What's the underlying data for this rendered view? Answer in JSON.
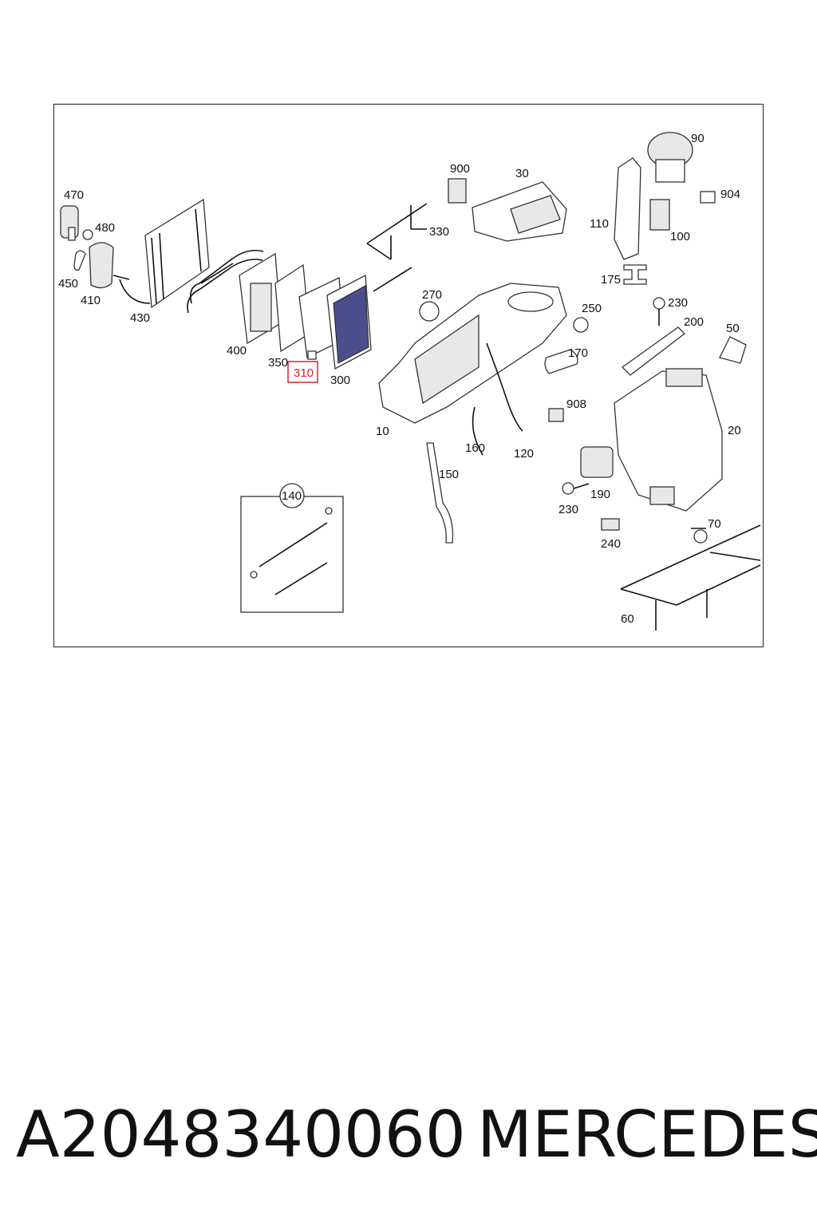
{
  "diagram": {
    "labels": {
      "p470": "470",
      "p480": "480",
      "p450": "450",
      "p410": "410",
      "p430": "430",
      "p400": "400",
      "p350": "350",
      "p310": "310",
      "p300": "300",
      "p330": "330",
      "p900": "900",
      "p30": "30",
      "p270": "270",
      "p10": "10",
      "p150": "150",
      "p160": "160",
      "p120": "120",
      "p170": "170",
      "p908": "908",
      "p250": "250",
      "p90": "90",
      "p904": "904",
      "p110": "110",
      "p100": "100",
      "p175": "175",
      "p230a": "230",
      "p200": "200",
      "p50": "50",
      "p20": "20",
      "p190": "190",
      "p230b": "230",
      "p240": "240",
      "p70": "70",
      "p60": "60",
      "p140": "140"
    },
    "highlighted_part": "310",
    "highlight_color": "#d9232d"
  },
  "footer": {
    "part_number": "A2048340060",
    "brand": "MERCEDES"
  }
}
